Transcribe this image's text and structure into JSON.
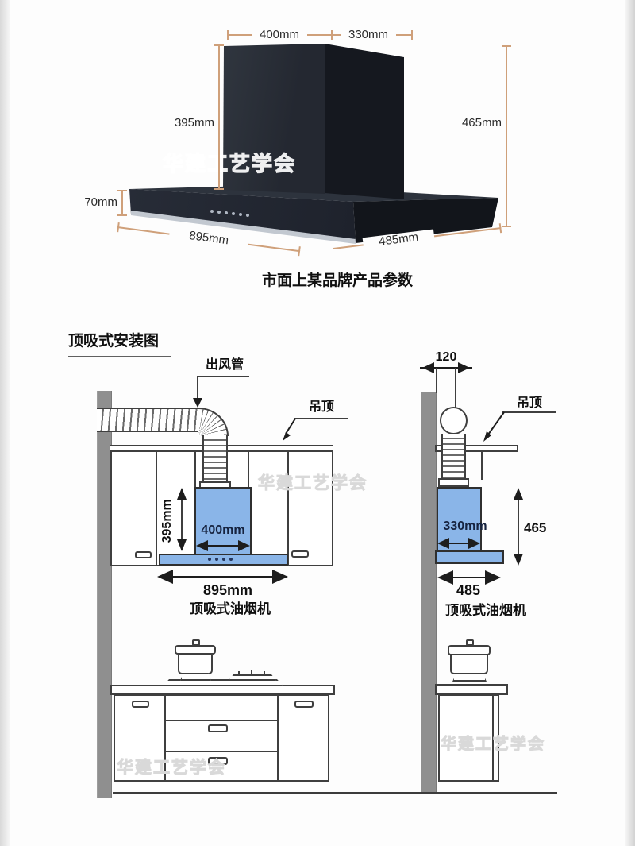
{
  "watermark": {
    "text": "华建工艺学会"
  },
  "product": {
    "caption": "市面上某品牌产品参数",
    "dims": {
      "chimney_front_width": "400mm",
      "chimney_side_depth": "330mm",
      "chimney_height": "395mm",
      "total_height": "465mm",
      "base_height": "70mm",
      "base_width": "895mm",
      "base_depth": "485mm"
    }
  },
  "install": {
    "section_title": "顶吸式安装图",
    "front_view": {
      "duct_label": "出风管",
      "ceiling_label": "吊顶",
      "chimney_height": "395mm",
      "chimney_width": "400mm",
      "hood_width": "895mm",
      "hood_label": "顶吸式油烟机"
    },
    "side_view": {
      "pipe_diameter": "120",
      "ceiling_label": "吊顶",
      "chimney_depth": "330mm",
      "total_height": "465",
      "hood_depth": "485",
      "hood_label": "顶吸式油烟机"
    }
  },
  "colors": {
    "highlight_blue": "#8ab5e8",
    "wall_gray": "#8f8f8f",
    "dimension_tan": "#cfa07a",
    "line_dark": "#3f3f3f",
    "hood_body_dark": "#20242e"
  }
}
